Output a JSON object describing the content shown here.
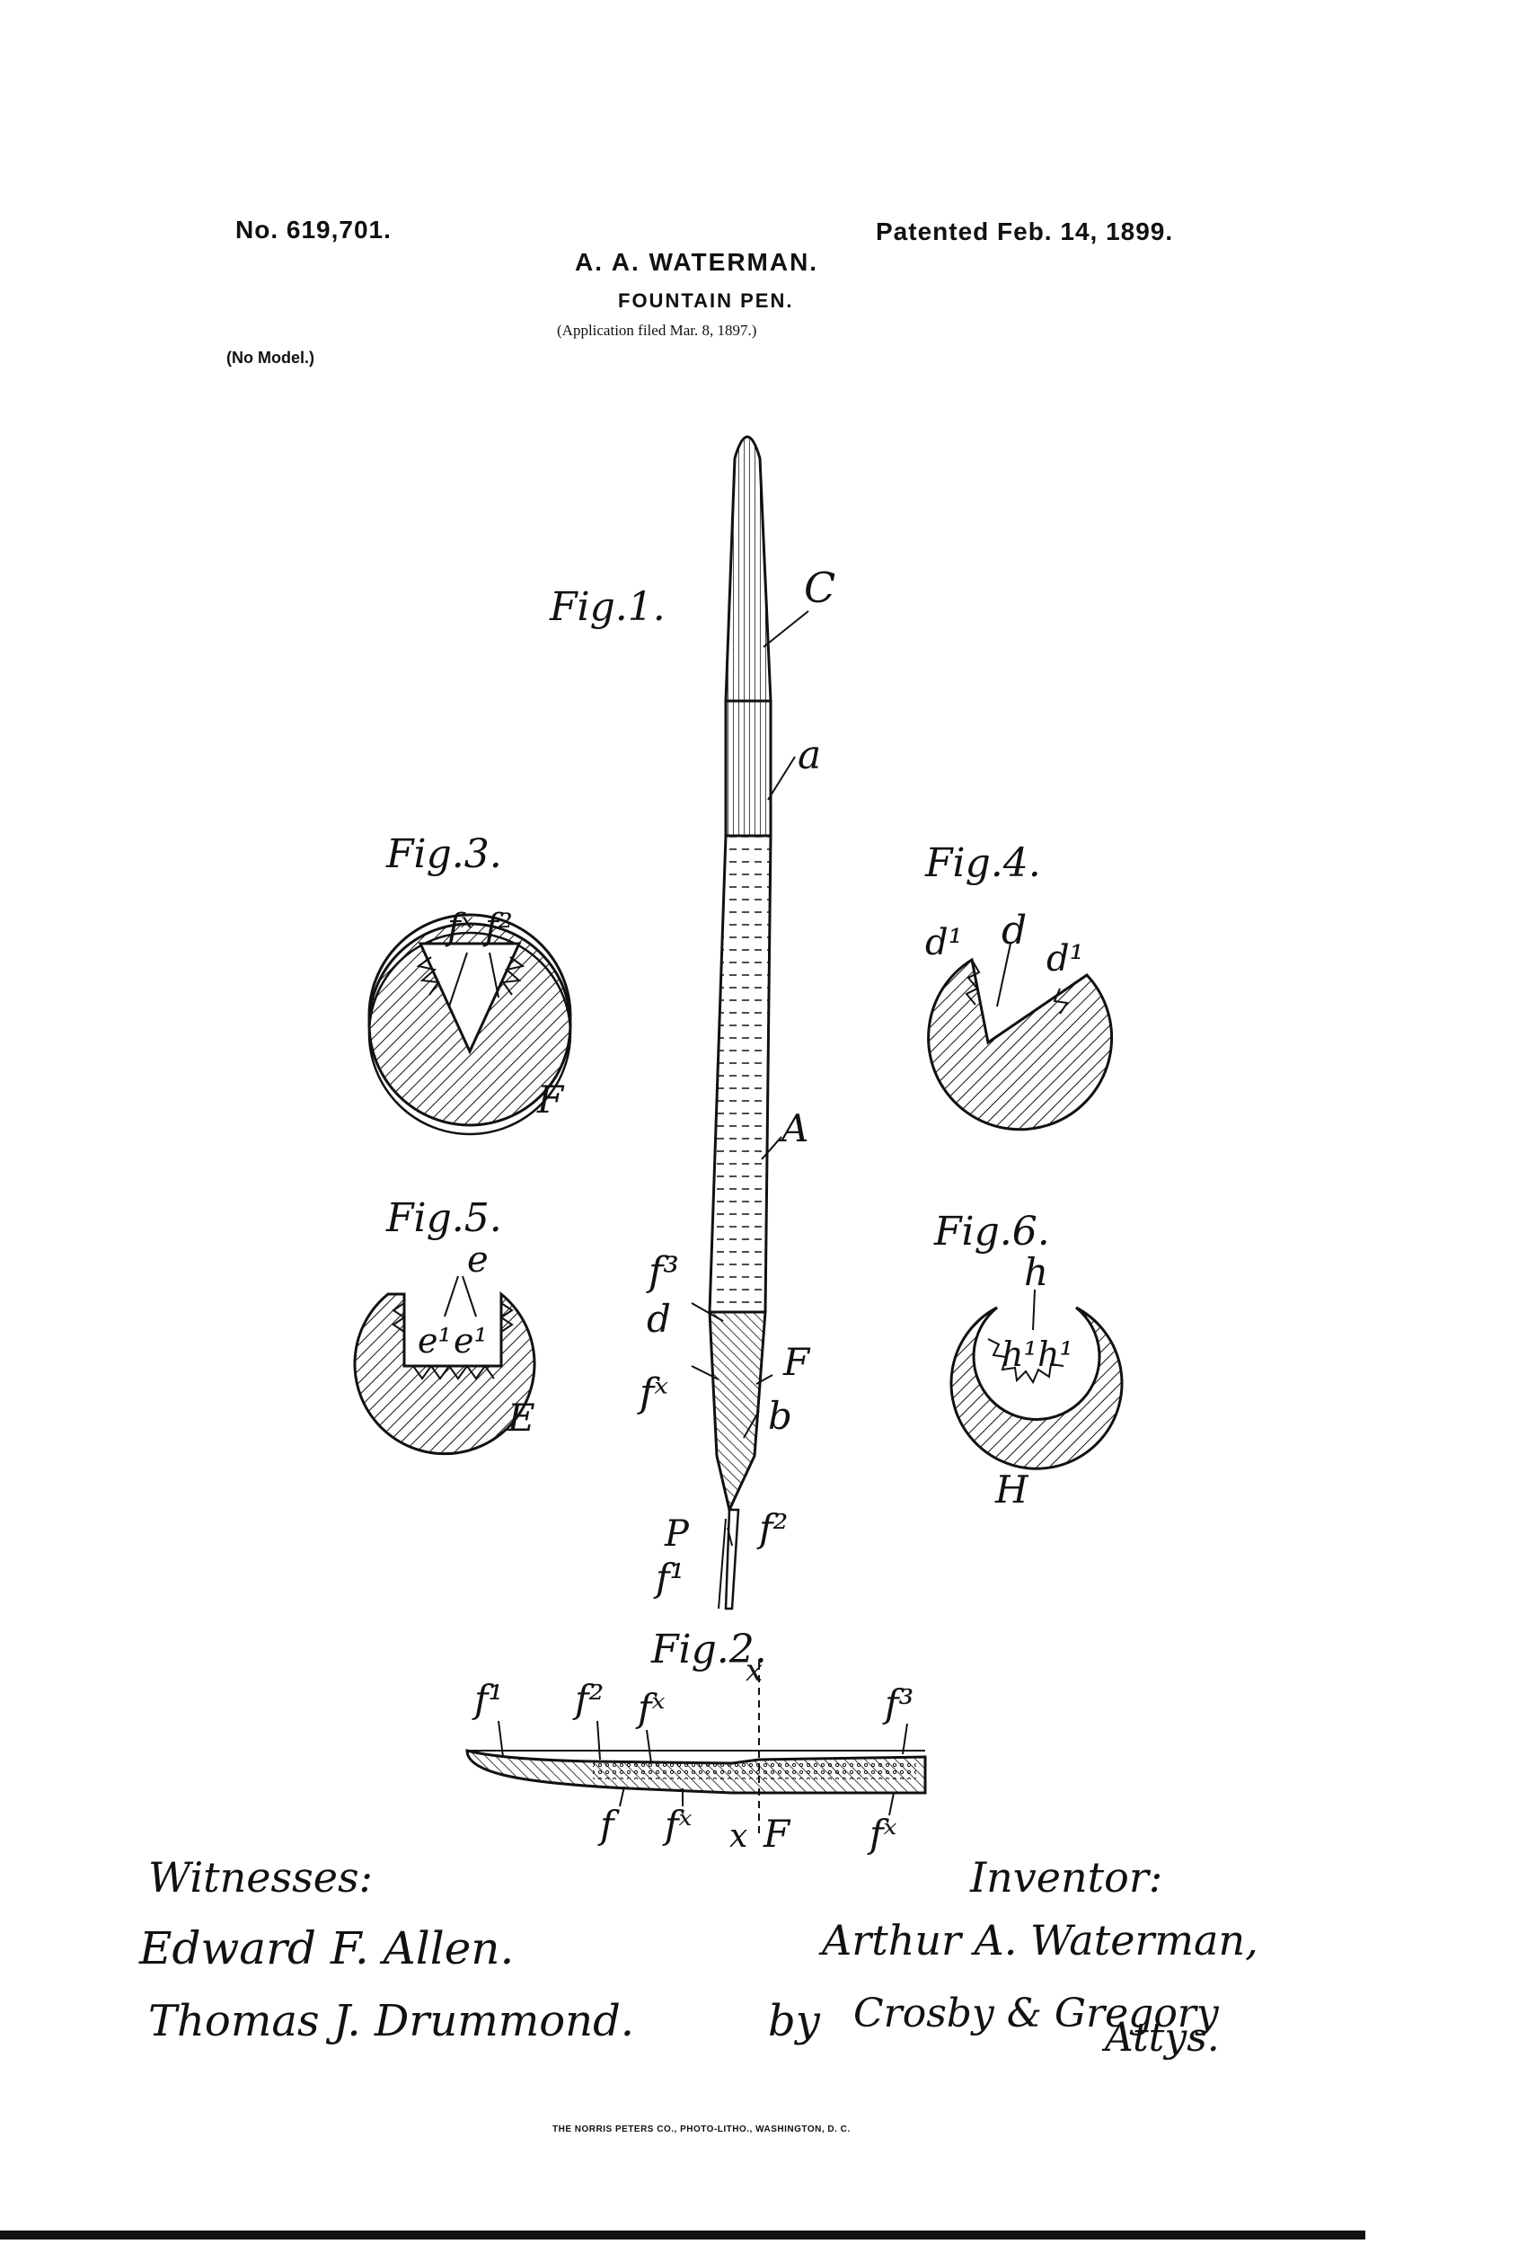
{
  "patent": {
    "number": "No. 619,701.",
    "date": "Patented Feb. 14, 1899.",
    "inventor_name": "A. A. WATERMAN.",
    "title": "FOUNTAIN PEN.",
    "application": "(Application filed Mar. 8, 1897.)",
    "model_note": "(No Model.)"
  },
  "figures": {
    "fig1": "Fig.1.",
    "fig2": "Fig.2.",
    "fig3": "Fig.3.",
    "fig4": "Fig.4.",
    "fig5": "Fig.5.",
    "fig6": "Fig.6."
  },
  "labels": {
    "C": "C",
    "a": "a",
    "A": "A",
    "F": "F",
    "b": "b",
    "P": "P",
    "E": "E",
    "H": "H",
    "d": "d",
    "d1": "d¹",
    "e": "e",
    "e1": "e¹",
    "h": "h",
    "h1": "h¹",
    "f": "f",
    "f1": "f¹",
    "f2": "f²",
    "f3": "f³",
    "fx": "fˣ",
    "x": "x"
  },
  "signatures": {
    "witnesses_label": "Witnesses:",
    "witness1": "Edward F. Allen.",
    "witness2": "Thomas J. Drummond.",
    "inventor_label": "Inventor:",
    "inventor": "Arthur A. Waterman,",
    "by": "by",
    "attorneys": "Crosby & Gregory",
    "attys": "Attys."
  },
  "footer": {
    "printer": "THE NORRIS PETERS CO., PHOTO-LITHO., WASHINGTON, D. C."
  }
}
